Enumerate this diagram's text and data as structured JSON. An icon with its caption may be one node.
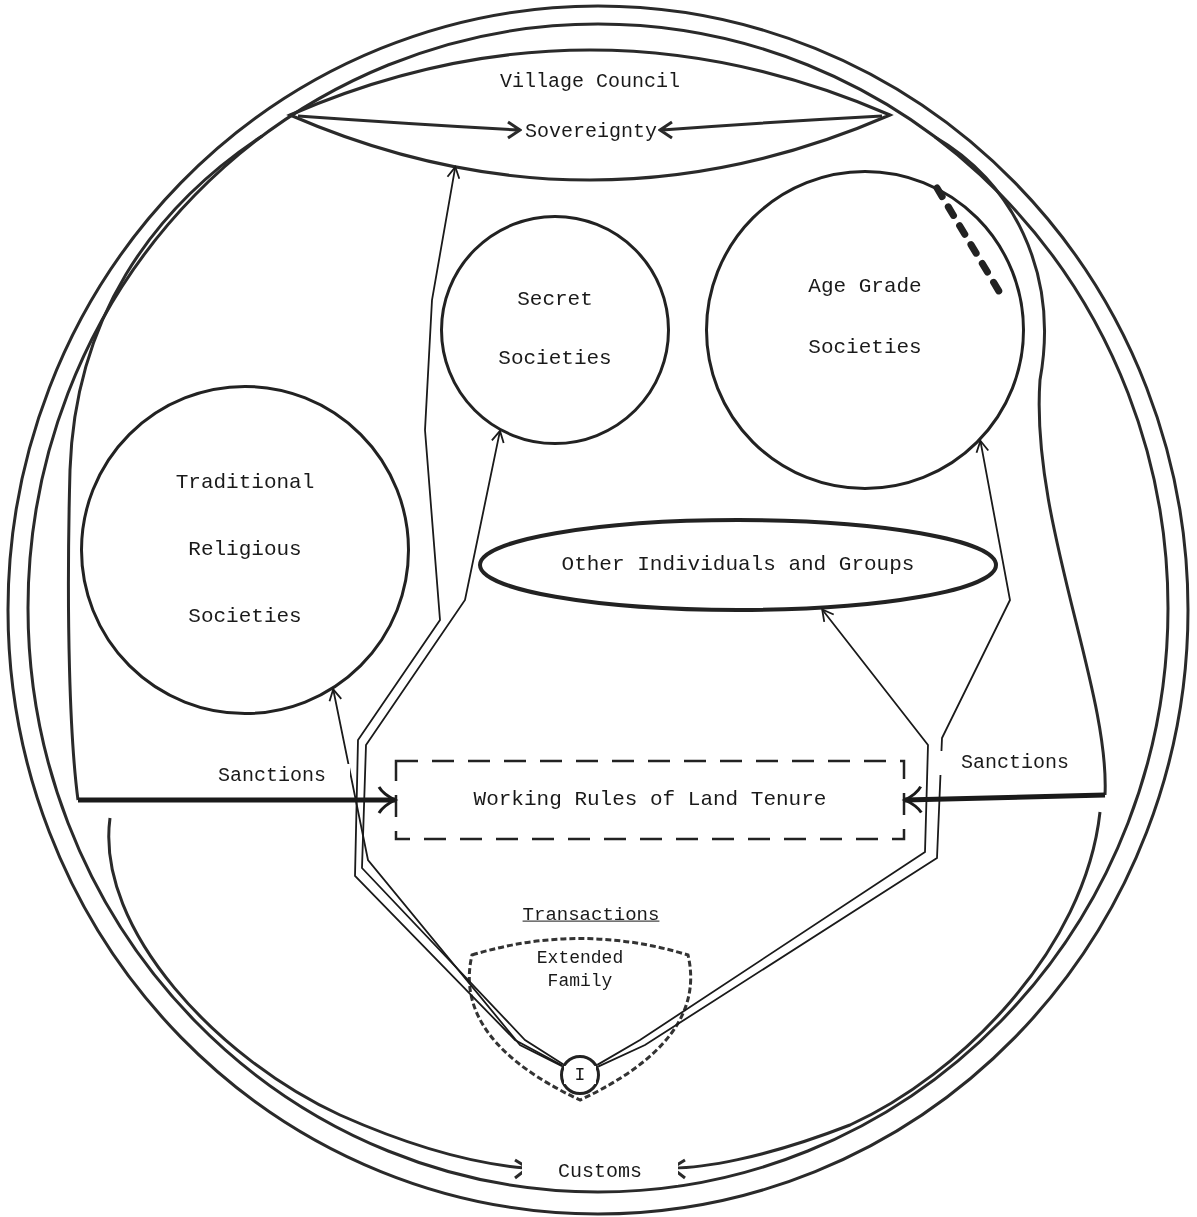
{
  "diagram": {
    "nodes": [
      {
        "text": [
          "Customs"
        ]
      },
      {
        "text": [
          "Village Council",
          "Sovereignty"
        ],
        "in": 0
      },
      {
        "text": [
          "Secret Societies"
        ],
        "in": 0
      },
      {
        "text": [
          "Age Grade Societies"
        ],
        "in": 0
      },
      {
        "text": [
          "Traditional Religious Societies"
        ],
        "in": 0
      },
      {
        "text": [
          "Other Individuals and Groups"
        ],
        "in": 0
      },
      {
        "text": [
          "Working Rules of Land Tenure"
        ],
        "in": 0
      },
      {
        "text": [
          "Extended Family"
        ],
        "in": 0
      },
      {
        "text": [
          "I"
        ],
        "in": 7
      }
    ],
    "edges": [
      {
        "from": 8,
        "to": 4,
        "arrow": "to"
      },
      {
        "from": 8,
        "to": 2,
        "arrow": "to"
      },
      {
        "from": 8,
        "to": 1,
        "arrow": "to"
      },
      {
        "from": 8,
        "to": 5,
        "arrow": "to"
      },
      {
        "from": 8,
        "to": 3,
        "arrow": "to"
      },
      {
        "from": null,
        "to": 6,
        "arrow": "to",
        "label": "Sanctions",
        "style": "thick"
      },
      {
        "from": null,
        "to": 6,
        "arrow": "to",
        "label": "Sanctions",
        "style": "thick"
      }
    ],
    "labels": [
      "Transactions"
    ]
  }
}
